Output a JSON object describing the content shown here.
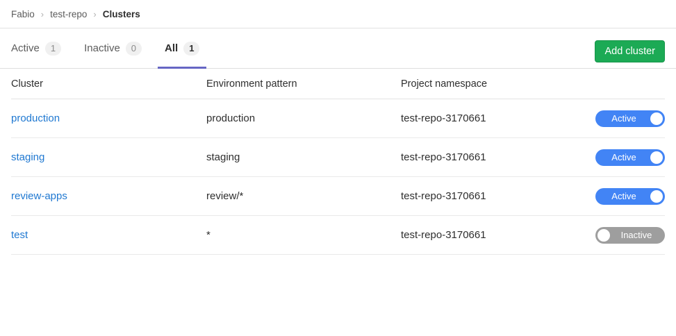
{
  "breadcrumb": {
    "separator": "›",
    "items": [
      {
        "label": "Fabio"
      },
      {
        "label": "test-repo"
      },
      {
        "label": "Clusters"
      }
    ]
  },
  "tabs": [
    {
      "label": "Active",
      "count": "1",
      "active": false
    },
    {
      "label": "Inactive",
      "count": "0",
      "active": false
    },
    {
      "label": "All",
      "count": "1",
      "active": true
    }
  ],
  "actions": {
    "add_cluster": "Add cluster"
  },
  "table": {
    "headers": [
      "Cluster",
      "Environment pattern",
      "Project namespace"
    ],
    "rows": [
      {
        "name": "production",
        "pattern": "production",
        "namespace": "test-repo-3170661",
        "toggle_label": "Active",
        "state": "on"
      },
      {
        "name": "staging",
        "pattern": "staging",
        "namespace": "test-repo-3170661",
        "toggle_label": "Active",
        "state": "on"
      },
      {
        "name": "review-apps",
        "pattern": "review/*",
        "namespace": "test-repo-3170661",
        "toggle_label": "Active",
        "state": "on"
      },
      {
        "name": "test",
        "pattern": "*",
        "namespace": "test-repo-3170661",
        "toggle_label": "Inactive",
        "state": "off"
      }
    ]
  },
  "colors": {
    "tab_indicator_purple": "#6666c4",
    "add_cluster_green": "#1caa55",
    "link_blue": "#1f78d1",
    "toggle_on_blue": "#4284f5",
    "toggle_off_gray": "#9e9e9e"
  }
}
